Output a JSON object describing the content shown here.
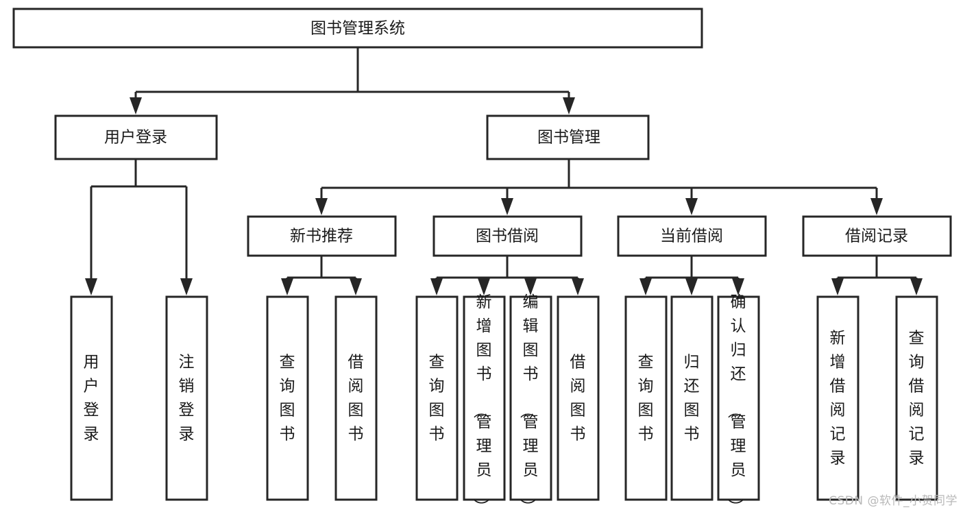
{
  "diagram": {
    "type": "tree",
    "title": "图书管理系统",
    "watermark": "CSDN @软件_小贺同学",
    "colors": {
      "stroke": "#262626",
      "fill": "#ffffff",
      "text": "#1a1a1a",
      "watermark": "#b9b9b9"
    },
    "levels": {
      "root": {
        "label": "图书管理系统"
      },
      "level1": [
        {
          "id": "user-login",
          "label": "用户登录"
        },
        {
          "id": "book-manage",
          "label": "图书管理"
        }
      ],
      "level2": [
        {
          "id": "new-book-recommend",
          "label": "新书推荐",
          "parent": "book-manage"
        },
        {
          "id": "book-borrow",
          "label": "图书借阅",
          "parent": "book-manage"
        },
        {
          "id": "current-borrow",
          "label": "当前借阅",
          "parent": "book-manage"
        },
        {
          "id": "borrow-record",
          "label": "借阅记录",
          "parent": "book-manage"
        }
      ],
      "leaves": [
        {
          "id": "leaf-user-login",
          "label": "用户登录",
          "parent": "user-login"
        },
        {
          "id": "leaf-logout",
          "label": "注销登录",
          "parent": "user-login"
        },
        {
          "id": "leaf-query-book-1",
          "label": "查询图书",
          "parent": "new-book-recommend"
        },
        {
          "id": "leaf-borrow-book-1",
          "label": "借阅图书",
          "parent": "new-book-recommend"
        },
        {
          "id": "leaf-query-book-2",
          "label": "查询图书",
          "parent": "book-borrow"
        },
        {
          "id": "leaf-add-book",
          "label": "新增图书（管理员）",
          "parent": "book-borrow"
        },
        {
          "id": "leaf-edit-book",
          "label": "编辑图书（管理员）",
          "parent": "book-borrow"
        },
        {
          "id": "leaf-borrow-book-2",
          "label": "借阅图书",
          "parent": "book-borrow"
        },
        {
          "id": "leaf-query-book-3",
          "label": "查询图书",
          "parent": "current-borrow"
        },
        {
          "id": "leaf-return-book",
          "label": "归还图书",
          "parent": "current-borrow"
        },
        {
          "id": "leaf-confirm-return",
          "label": "确认归还（管理员）",
          "parent": "current-borrow"
        },
        {
          "id": "leaf-add-record",
          "label": "新增借阅记录",
          "parent": "borrow-record"
        },
        {
          "id": "leaf-query-record",
          "label": "查询借阅记录",
          "parent": "borrow-record"
        }
      ]
    }
  }
}
